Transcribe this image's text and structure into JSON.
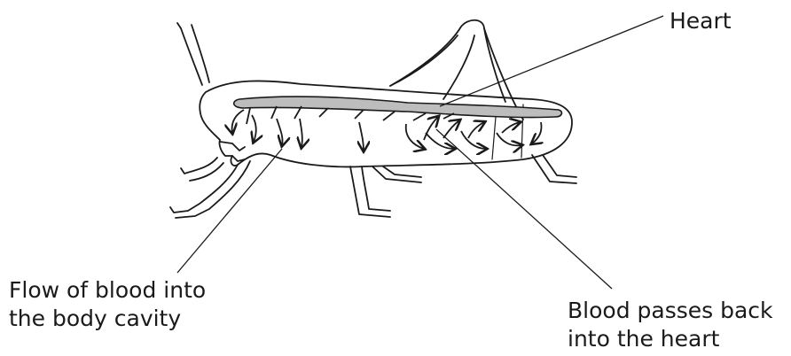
{
  "labels": {
    "heart": "Heart",
    "flow_line1": "Flow of blood into",
    "flow_line2": "the body cavity",
    "back_line1": "Blood passes back",
    "back_line2": "into the heart"
  }
}
